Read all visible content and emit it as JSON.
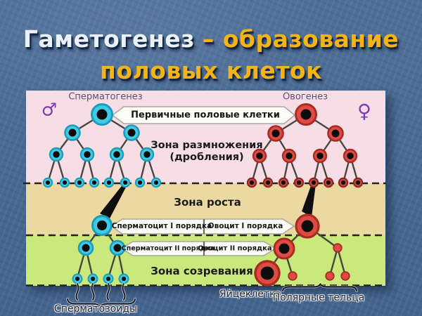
{
  "title": {
    "term": "Гаметогенез",
    "dash_rest": "– образование",
    "line2": "половых клеток"
  },
  "headers": {
    "left": "Сперматогенез",
    "right": "Овогенез",
    "male_symbol": "♂",
    "female_symbol": "♀"
  },
  "zones": {
    "reproduction_line1": "Зона размножения",
    "reproduction_line2": "(дробления)",
    "growth": "Зона роста",
    "maturation": "Зона созревания"
  },
  "callouts": {
    "primary_cells": "Первичные половые клетки",
    "spermatocyte_i": "Сперматоцит I порядка",
    "oocyte_i": "Овоцит I порядка",
    "spermatocyte_ii": "Сперматоцит II порядка",
    "oocyte_ii": "Овоцит II порядка"
  },
  "bottom_labels": {
    "spermatozoa": "Сперматозоиды",
    "egg_cell": "Яйцеклетка",
    "polar_bodies": "Полярные тельца"
  },
  "colors": {
    "background_blue": "#4a6b94",
    "title_white": "#eaf2fa",
    "title_yellow": "#f2b417",
    "zone_reproduction_pink": "#f7dde6",
    "zone_growth_tan": "#ecd9a2",
    "zone_maturation_green": "#c9e97c",
    "sperm_cell_cyan": "#3fcbe6",
    "egg_cell_red": "#df4b42",
    "gender_symbol_purple": "#7a3cae"
  }
}
